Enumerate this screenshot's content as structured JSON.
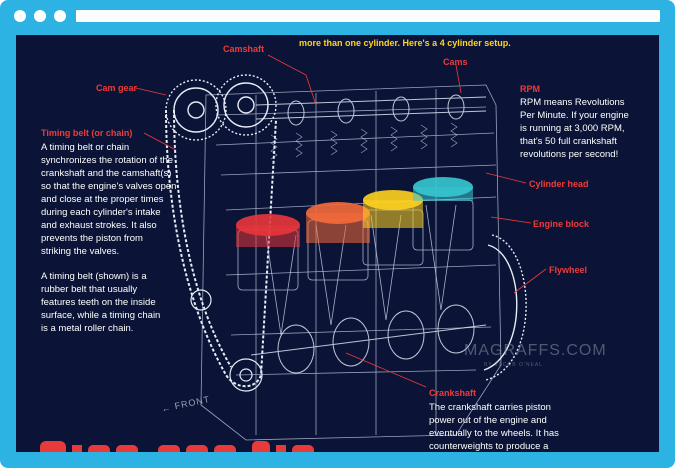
{
  "browser": {
    "window_dots": [
      "close",
      "minimize",
      "maximize"
    ]
  },
  "infographic": {
    "top_caption": "more than one cylinder. Here's a 4 cylinder setup.",
    "labels": {
      "camshaft": "Camshaft",
      "cams": "Cams",
      "cam_gear": "Cam gear",
      "cylinder_head": "Cylinder head",
      "engine_block": "Engine block",
      "flywheel": "Flywheel",
      "crankshaft": "Crankshaft",
      "front": "FRONT"
    },
    "timing_belt": {
      "title": "Timing belt (or chain)",
      "paragraph1": [
        "A timing belt or chain",
        "synchronizes the rotation of the",
        "crankshaft and the camshaft(s)",
        "so that the engine's valves open",
        "and close at the proper times",
        "during each cylinder's intake",
        "and exhaust strokes. It also",
        "prevents the piston from",
        "striking the valves."
      ],
      "paragraph2": [
        "A timing belt (shown) is a",
        "rubber belt that usually",
        "features teeth on the inside",
        "surface, while a timing chain",
        "is a metal roller chain."
      ]
    },
    "rpm": {
      "title": "RPM",
      "lines": [
        "RPM means Revolutions",
        "Per Minute. If your engine",
        "is running at 3,000 RPM,",
        "that's 50 full crankshaft",
        "revolutions per second!"
      ]
    },
    "crankshaft_desc": [
      "The crankshaft carries piston",
      "power out of the engine and",
      "eventually to the wheels. It has",
      "counterweights to produce a"
    ],
    "watermark": "MAGRAFFS.COM",
    "watermark_sub": "BY JACOB O'NEAL",
    "piston_colors": [
      "#e8353a",
      "#f56a3a",
      "#ffd21f",
      "#36c9d2"
    ],
    "accent_red": "#ef3b3b",
    "accent_yellow": "#ffd41a",
    "background": "#0b1436",
    "frame": "#2db3e3"
  }
}
